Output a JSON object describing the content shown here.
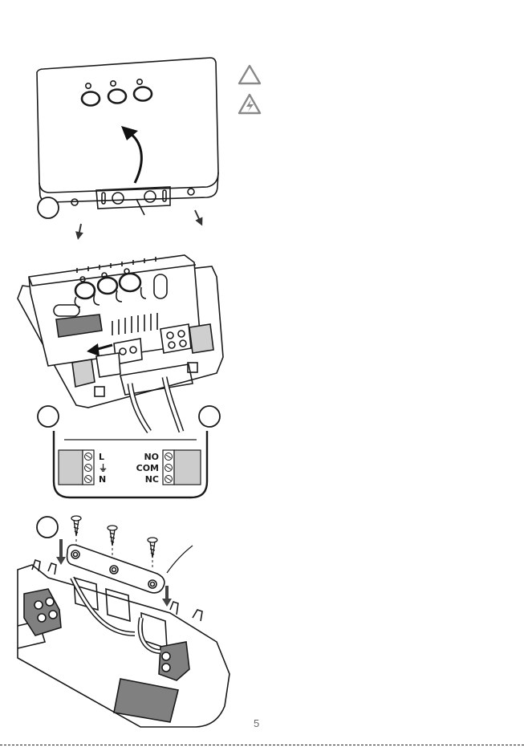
{
  "page": {
    "number": "5"
  },
  "warning_icons": [
    {
      "name": "caution-triangle-icon"
    },
    {
      "name": "electric-shock-warning-icon"
    }
  ],
  "wiring": {
    "left_labels": [
      "L",
      "⏚",
      "N"
    ],
    "right_labels": [
      "NO",
      "COM",
      "NC"
    ]
  },
  "colors": {
    "line": "#1a1a1a",
    "label_fill": "#cccccc",
    "step_circle_fill": "#ffffff",
    "warning_icon": "#888888"
  }
}
